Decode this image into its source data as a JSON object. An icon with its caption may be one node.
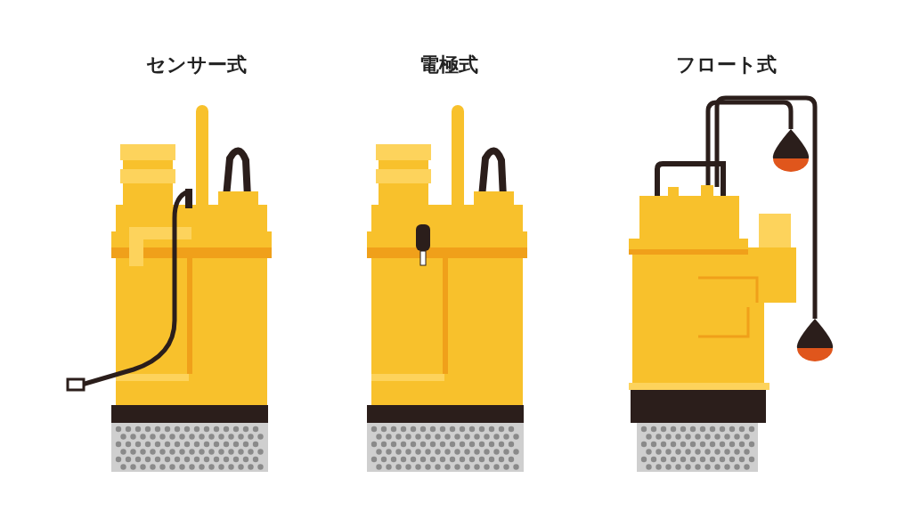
{
  "diagram": {
    "labels": [
      "センサー式",
      "電極式",
      "フロート式"
    ]
  }
}
